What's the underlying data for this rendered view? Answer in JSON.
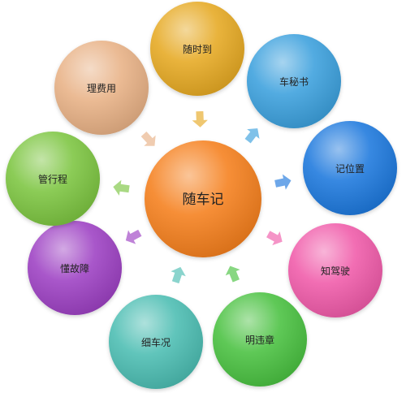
{
  "center": {
    "label": "随车记",
    "color": "#f57f1c"
  },
  "nodes": [
    {
      "label": "随时到",
      "color": "#e6a923"
    },
    {
      "label": "车秘书",
      "color": "#3aa0dd"
    },
    {
      "label": "记位置",
      "color": "#1f78dd"
    },
    {
      "label": "知驾驶",
      "color": "#f05aa9"
    },
    {
      "label": "明违章",
      "color": "#48c13f"
    },
    {
      "label": "细车况",
      "color": "#4bbdb2"
    },
    {
      "label": "懂故障",
      "color": "#9d3fc3"
    },
    {
      "label": "管行程",
      "color": "#7bc540"
    },
    {
      "label": "理费用",
      "color": "#e8b185"
    }
  ]
}
